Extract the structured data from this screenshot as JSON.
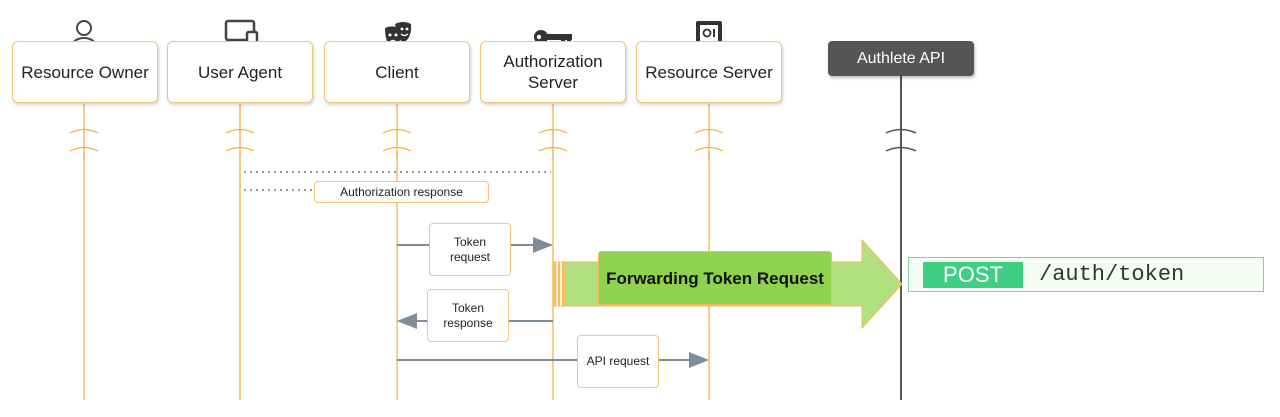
{
  "actors": [
    {
      "label": "Resource Owner",
      "icon": "person-icon"
    },
    {
      "label": "User Agent",
      "icon": "devices-icon"
    },
    {
      "label": "Client",
      "icon": "theater-masks-icon"
    },
    {
      "label": "Authorization Server",
      "icon": "key-icon"
    },
    {
      "label": "Resource Server",
      "icon": "safe-icon"
    }
  ],
  "api": {
    "label": "Authlete API"
  },
  "messages": {
    "authorization_response": "Authorization response",
    "token_request": "Token request",
    "token_response": "Token response",
    "api_request": "API request"
  },
  "forwarding": {
    "label": "Forwarding Token Request"
  },
  "endpoint": {
    "method": "POST",
    "path": "/auth/token"
  },
  "colors": {
    "lifeline": "#f5b04c",
    "box_border": "#f5c27a",
    "api_box": "#555555",
    "message_arrow": "#7f8c99",
    "forward_arrow": "#8ed24d",
    "forward_arrow_light": "#b3e07f",
    "post_badge": "#3ecf83"
  }
}
